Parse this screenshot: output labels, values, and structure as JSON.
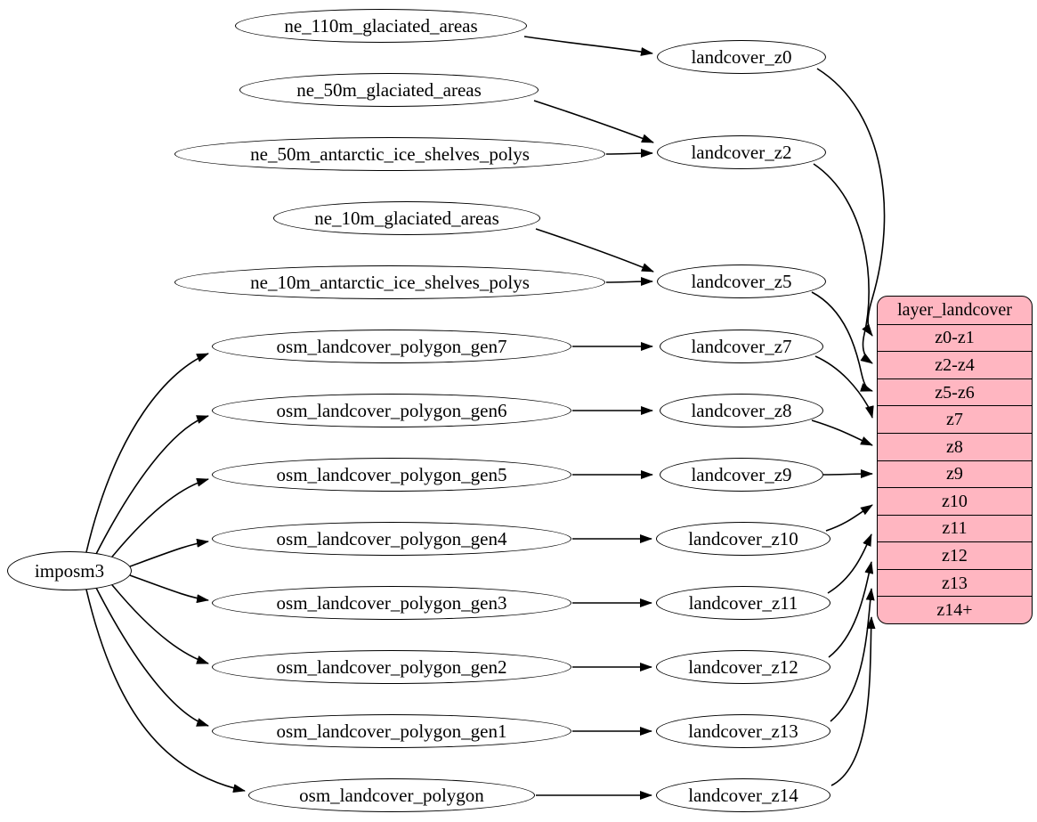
{
  "colors": {
    "background": "#ffffff",
    "node_fill": "#ffffff",
    "stroke": "#000000",
    "table_fill": "#ffb6c1"
  },
  "nodes": {
    "root": {
      "label": "imposm3"
    },
    "sources": [
      {
        "label": "ne_110m_glaciated_areas"
      },
      {
        "label": "ne_50m_glaciated_areas"
      },
      {
        "label": "ne_50m_antarctic_ice_shelves_polys"
      },
      {
        "label": "ne_10m_glaciated_areas"
      },
      {
        "label": "ne_10m_antarctic_ice_shelves_polys"
      },
      {
        "label": "osm_landcover_polygon_gen7"
      },
      {
        "label": "osm_landcover_polygon_gen6"
      },
      {
        "label": "osm_landcover_polygon_gen5"
      },
      {
        "label": "osm_landcover_polygon_gen4"
      },
      {
        "label": "osm_landcover_polygon_gen3"
      },
      {
        "label": "osm_landcover_polygon_gen2"
      },
      {
        "label": "osm_landcover_polygon_gen1"
      },
      {
        "label": "osm_landcover_polygon"
      }
    ],
    "intermediates": [
      {
        "label": "landcover_z0"
      },
      {
        "label": "landcover_z2"
      },
      {
        "label": "landcover_z5"
      },
      {
        "label": "landcover_z7"
      },
      {
        "label": "landcover_z8"
      },
      {
        "label": "landcover_z9"
      },
      {
        "label": "landcover_z10"
      },
      {
        "label": "landcover_z11"
      },
      {
        "label": "landcover_z12"
      },
      {
        "label": "landcover_z13"
      },
      {
        "label": "landcover_z14"
      }
    ]
  },
  "table": {
    "title": "layer_landcover",
    "rows": [
      "z0-z1",
      "z2-z4",
      "z5-z6",
      "z7",
      "z8",
      "z9",
      "z10",
      "z11",
      "z12",
      "z13",
      "z14+"
    ]
  },
  "edges": [
    [
      "imposm3",
      "osm_landcover_polygon_gen7"
    ],
    [
      "imposm3",
      "osm_landcover_polygon_gen6"
    ],
    [
      "imposm3",
      "osm_landcover_polygon_gen5"
    ],
    [
      "imposm3",
      "osm_landcover_polygon_gen4"
    ],
    [
      "imposm3",
      "osm_landcover_polygon_gen3"
    ],
    [
      "imposm3",
      "osm_landcover_polygon_gen2"
    ],
    [
      "imposm3",
      "osm_landcover_polygon_gen1"
    ],
    [
      "imposm3",
      "osm_landcover_polygon"
    ],
    [
      "ne_110m_glaciated_areas",
      "landcover_z0"
    ],
    [
      "ne_50m_glaciated_areas",
      "landcover_z2"
    ],
    [
      "ne_50m_antarctic_ice_shelves_polys",
      "landcover_z2"
    ],
    [
      "ne_10m_glaciated_areas",
      "landcover_z5"
    ],
    [
      "ne_10m_antarctic_ice_shelves_polys",
      "landcover_z5"
    ],
    [
      "osm_landcover_polygon_gen7",
      "landcover_z7"
    ],
    [
      "osm_landcover_polygon_gen6",
      "landcover_z8"
    ],
    [
      "osm_landcover_polygon_gen5",
      "landcover_z9"
    ],
    [
      "osm_landcover_polygon_gen4",
      "landcover_z10"
    ],
    [
      "osm_landcover_polygon_gen3",
      "landcover_z11"
    ],
    [
      "osm_landcover_polygon_gen2",
      "landcover_z12"
    ],
    [
      "osm_landcover_polygon_gen1",
      "landcover_z13"
    ],
    [
      "osm_landcover_polygon",
      "landcover_z14"
    ],
    [
      "landcover_z0",
      "layer_landcover:z0-z1"
    ],
    [
      "landcover_z2",
      "layer_landcover:z2-z4"
    ],
    [
      "landcover_z5",
      "layer_landcover:z5-z6"
    ],
    [
      "landcover_z7",
      "layer_landcover:z7"
    ],
    [
      "landcover_z8",
      "layer_landcover:z8"
    ],
    [
      "landcover_z9",
      "layer_landcover:z9"
    ],
    [
      "landcover_z10",
      "layer_landcover:z10"
    ],
    [
      "landcover_z11",
      "layer_landcover:z11"
    ],
    [
      "landcover_z12",
      "layer_landcover:z12"
    ],
    [
      "landcover_z13",
      "layer_landcover:z13"
    ],
    [
      "landcover_z14",
      "layer_landcover:z14+"
    ]
  ]
}
